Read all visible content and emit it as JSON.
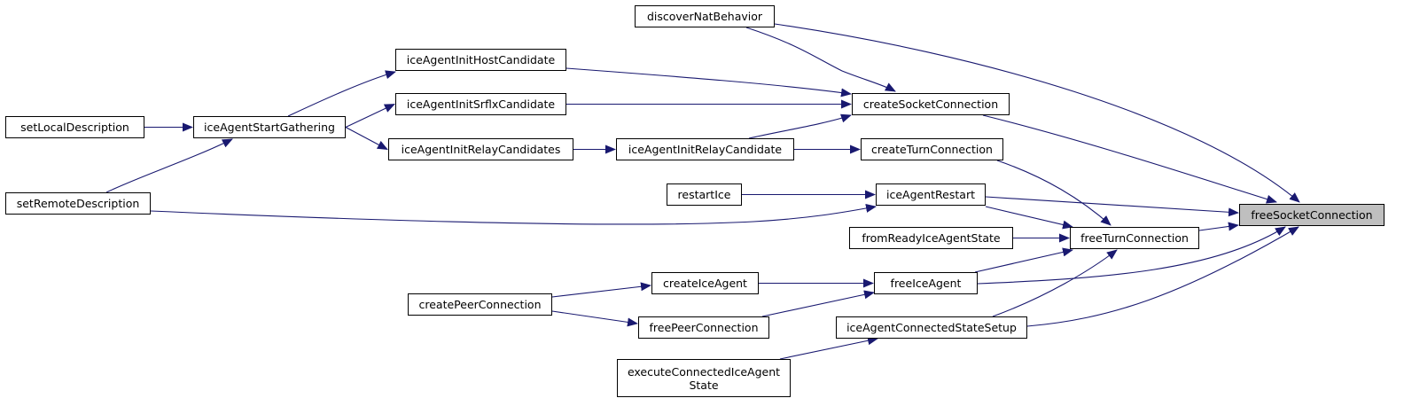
{
  "graph": {
    "edge_color": "#191970",
    "root_fill": "#bfbfbf",
    "nodes": [
      {
        "id": "freeSocketConnection",
        "label": "freeSocketConnection",
        "root": true
      },
      {
        "id": "discoverNatBehavior",
        "label": "discoverNatBehavior"
      },
      {
        "id": "iceAgentInitHostCandidate",
        "label": "iceAgentInitHostCandidate"
      },
      {
        "id": "iceAgentInitSrflxCandidate",
        "label": "iceAgentInitSrflxCandidate"
      },
      {
        "id": "createSocketConnection",
        "label": "createSocketConnection"
      },
      {
        "id": "setLocalDescription",
        "label": "setLocalDescription"
      },
      {
        "id": "iceAgentStartGathering",
        "label": "iceAgentStartGathering"
      },
      {
        "id": "iceAgentInitRelayCandidates",
        "label": "iceAgentInitRelayCandidates"
      },
      {
        "id": "iceAgentInitRelayCandidate",
        "label": "iceAgentInitRelayCandidate"
      },
      {
        "id": "createTurnConnection",
        "label": "createTurnConnection"
      },
      {
        "id": "setRemoteDescription",
        "label": "setRemoteDescription"
      },
      {
        "id": "restartIce",
        "label": "restartIce"
      },
      {
        "id": "iceAgentRestart",
        "label": "iceAgentRestart"
      },
      {
        "id": "fromReadyIceAgentState",
        "label": "fromReadyIceAgentState"
      },
      {
        "id": "freeTurnConnection",
        "label": "freeTurnConnection"
      },
      {
        "id": "createIceAgent",
        "label": "createIceAgent"
      },
      {
        "id": "freeIceAgent",
        "label": "freeIceAgent"
      },
      {
        "id": "createPeerConnection",
        "label": "createPeerConnection"
      },
      {
        "id": "freePeerConnection",
        "label": "freePeerConnection"
      },
      {
        "id": "iceAgentConnectedStateSetup",
        "label": "iceAgentConnectedStateSetup"
      },
      {
        "id": "executeConnectedIceAgentState",
        "label": "executeConnectedIceAgent\nState"
      }
    ],
    "edges": [
      {
        "from": "discoverNatBehavior",
        "to": "freeSocketConnection"
      },
      {
        "from": "createSocketConnection",
        "to": "freeSocketConnection"
      },
      {
        "from": "iceAgentRestart",
        "to": "freeSocketConnection"
      },
      {
        "from": "freeTurnConnection",
        "to": "freeSocketConnection"
      },
      {
        "from": "freeIceAgent",
        "to": "freeSocketConnection"
      },
      {
        "from": "iceAgentConnectedStateSetup",
        "to": "freeSocketConnection"
      },
      {
        "from": "discoverNatBehavior",
        "to": "createSocketConnection"
      },
      {
        "from": "iceAgentInitHostCandidate",
        "to": "createSocketConnection"
      },
      {
        "from": "iceAgentInitSrflxCandidate",
        "to": "createSocketConnection"
      },
      {
        "from": "iceAgentInitRelayCandidate",
        "to": "createSocketConnection"
      },
      {
        "from": "iceAgentStartGathering",
        "to": "iceAgentInitHostCandidate"
      },
      {
        "from": "iceAgentStartGathering",
        "to": "iceAgentInitSrflxCandidate"
      },
      {
        "from": "iceAgentStartGathering",
        "to": "iceAgentInitRelayCandidates"
      },
      {
        "from": "setLocalDescription",
        "to": "iceAgentStartGathering"
      },
      {
        "from": "setRemoteDescription",
        "to": "iceAgentStartGathering"
      },
      {
        "from": "iceAgentInitRelayCandidates",
        "to": "iceAgentInitRelayCandidate"
      },
      {
        "from": "iceAgentInitRelayCandidate",
        "to": "createTurnConnection"
      },
      {
        "from": "createTurnConnection",
        "to": "freeTurnConnection"
      },
      {
        "from": "restartIce",
        "to": "iceAgentRestart"
      },
      {
        "from": "setRemoteDescription",
        "to": "iceAgentRestart"
      },
      {
        "from": "iceAgentRestart",
        "to": "freeTurnConnection"
      },
      {
        "from": "fromReadyIceAgentState",
        "to": "freeTurnConnection"
      },
      {
        "from": "freeIceAgent",
        "to": "freeTurnConnection"
      },
      {
        "from": "iceAgentConnectedStateSetup",
        "to": "freeTurnConnection"
      },
      {
        "from": "createIceAgent",
        "to": "freeIceAgent"
      },
      {
        "from": "freePeerConnection",
        "to": "freeIceAgent"
      },
      {
        "from": "createPeerConnection",
        "to": "createIceAgent"
      },
      {
        "from": "createPeerConnection",
        "to": "freePeerConnection"
      },
      {
        "from": "executeConnectedIceAgentState",
        "to": "iceAgentConnectedStateSetup"
      }
    ]
  }
}
